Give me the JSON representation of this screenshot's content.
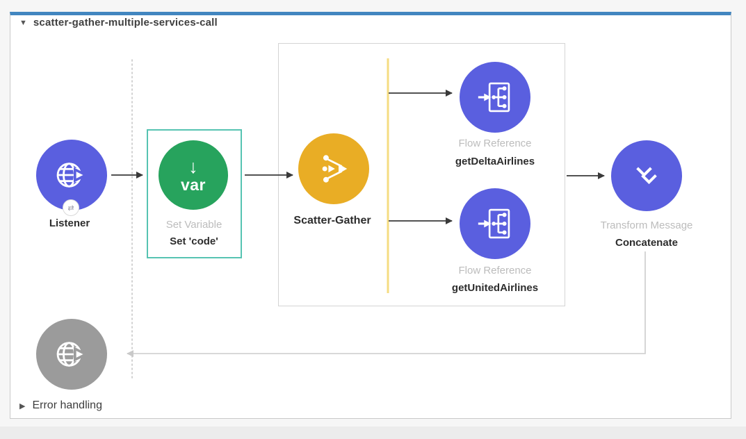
{
  "flow": {
    "title": "scatter-gather-multiple-services-call",
    "collapse_icon": "▼",
    "nodes": {
      "listener": {
        "label": "Listener",
        "icon": "globe-arrow-icon",
        "badge_icon": "⇄",
        "color": "#5a5fdf"
      },
      "set_variable": {
        "type": "Set Variable",
        "name": "Set 'code'",
        "icon_arrow": "↓",
        "icon_text": "var",
        "color": "#27a35d",
        "selected": true,
        "selection_color": "#56c3b2"
      },
      "scatter_gather": {
        "label": "Scatter-Gather",
        "icon": "scatter-gather-icon",
        "color": "#e9ad25"
      },
      "flow_reference_1": {
        "type": "Flow Reference",
        "name": "getDeltaAirlines",
        "icon": "flow-reference-icon",
        "color": "#5a5fdf"
      },
      "flow_reference_2": {
        "type": "Flow Reference",
        "name": "getUnitedAirlines",
        "icon": "flow-reference-icon",
        "color": "#5a5fdf"
      },
      "transform_message": {
        "type": "Transform Message",
        "name": "Concatenate",
        "icon": "dataweave-icon",
        "color": "#5a5fdf"
      },
      "response_endpoint": {
        "icon": "globe-arrow-icon",
        "color": "#9b9b9b"
      }
    },
    "error_handling": {
      "label": "Error handling",
      "expand_icon": "▶"
    },
    "colors": {
      "top_bar_blue": "#4286c0",
      "route_line_yellow": "#f5dc82",
      "arrow_dark": "#3a3a3a",
      "return_line_gray": "#d2d2d2"
    }
  }
}
